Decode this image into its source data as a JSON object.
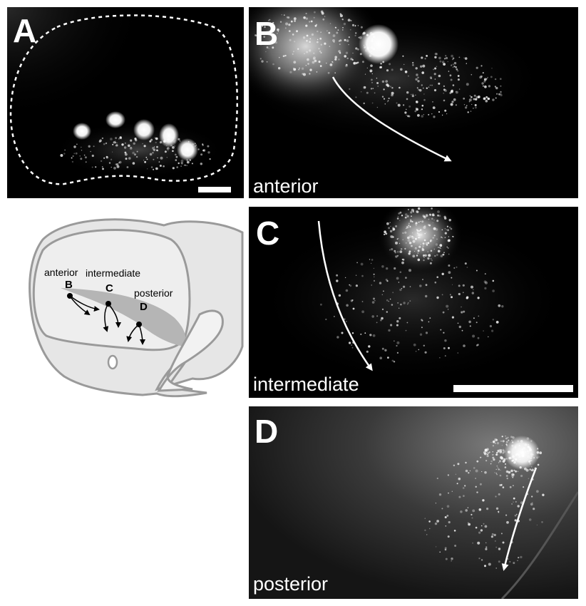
{
  "panels": {
    "a": {
      "letter": "A"
    },
    "b": {
      "letter": "B",
      "caption": "anterior"
    },
    "c": {
      "letter": "C",
      "caption": "intermediate"
    },
    "d": {
      "letter": "D",
      "caption": "posterior"
    }
  },
  "schematic": {
    "labels": {
      "anterior": "anterior",
      "intermediate": "intermediate",
      "posterior": "posterior",
      "b": "B",
      "c": "C",
      "d": "D"
    }
  },
  "colors": {
    "panel_background": "#000000",
    "annotation": "#ffffff",
    "schematic_fill": "#e6e6e6",
    "schematic_stroke": "#9a9a9a",
    "schematic_band": "#b5b5b5"
  }
}
